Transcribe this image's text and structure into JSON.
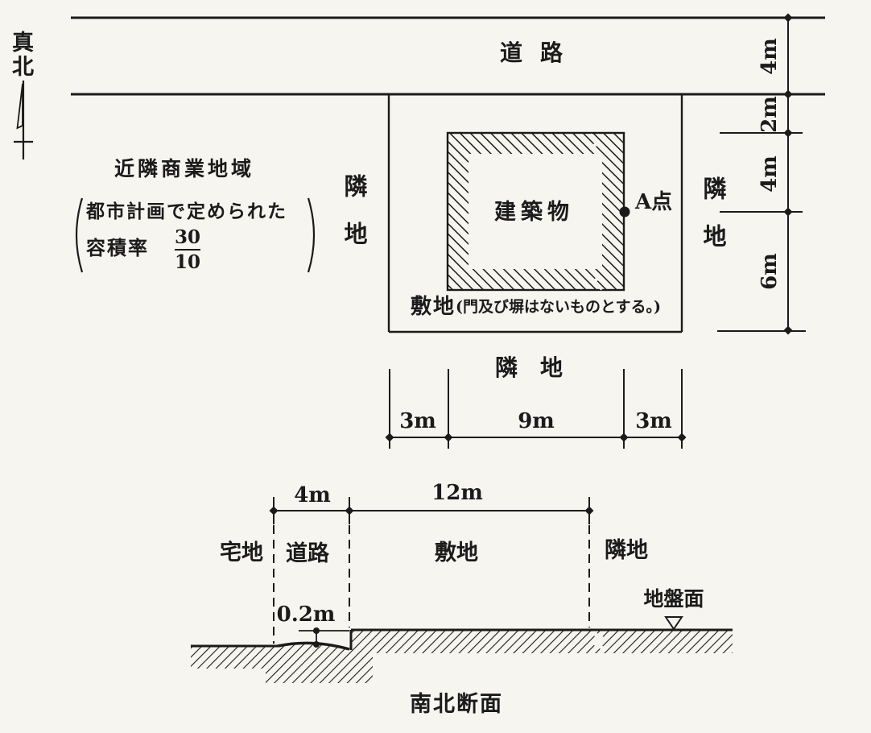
{
  "colors": {
    "paper": "#f7f5f0",
    "ink": "#1b1b1b"
  },
  "compass": {
    "label": "真北"
  },
  "site_plan": {
    "road_label": "道路",
    "zone_name": "近隣商業地域",
    "zone_note_line1": "都市計画で定められた",
    "zone_note_line2_label": "容積率",
    "zone_ratio_numerator": "30",
    "zone_ratio_denominator": "10",
    "left_neighbor_label": "隣地",
    "right_neighbor_label": "隣地",
    "building_label": "建築物",
    "point_a_label": "A点",
    "site_label": "敷地",
    "site_note": "(門及び塀はないものとする。)",
    "bottom_neighbor_label": "隣地",
    "dims_right": [
      "4m",
      "2m",
      "4m",
      "6m"
    ],
    "dims_bottom": [
      "3m",
      "9m",
      "3m"
    ]
  },
  "section": {
    "dim_road_width": "4m",
    "dim_site_width": "12m",
    "dim_step_height": "0.2m",
    "label_left_lot": "宅地",
    "label_road": "道路",
    "label_site": "敷地",
    "label_neighbor": "隣地",
    "label_ground_level": "地盤面",
    "title": "南北断面"
  }
}
